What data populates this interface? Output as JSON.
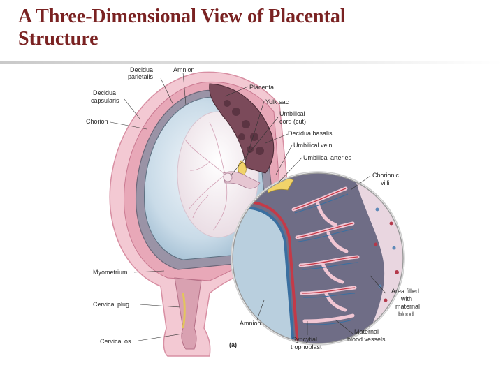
{
  "slide": {
    "title_line1": "A Three-Dimensional View of Placental",
    "title_line2": "Structure"
  },
  "diagram": {
    "labels": {
      "decidua_parietalis_1": "Decidua",
      "decidua_parietalis_2": "parietalis",
      "amnion_top": "Amnion",
      "decidua_capsularis_1": "Decidua",
      "decidua_capsularis_2": "capsularis",
      "chorion": "Chorion",
      "placenta": "Placenta",
      "yolk_sac": "Yolk sac",
      "umbilical_cord_1": "Umbilical",
      "umbilical_cord_2": "cord (cut)",
      "decidua_basalis": "Decidua basalis",
      "umbilical_vein": "Umbilical vein",
      "umbilical_arteries": "Umbilical arteries",
      "chorionic_villi_1": "Chorionic",
      "chorionic_villi_2": "villi",
      "myometrium": "Myometrium",
      "cervical_plug": "Cervical plug",
      "cervical_os": "Cervical os",
      "amnion_bottom": "Amnion",
      "syncytial_1": "Syncytial",
      "syncytial_2": "trophoblast",
      "maternal_vessels_1": "Maternal",
      "maternal_vessels_2": "blood vessels",
      "area_filled_1": "Area filled",
      "area_filled_2": "with",
      "area_filled_3": "maternal",
      "area_filled_4": "blood",
      "panel_letter": "(a)"
    }
  }
}
